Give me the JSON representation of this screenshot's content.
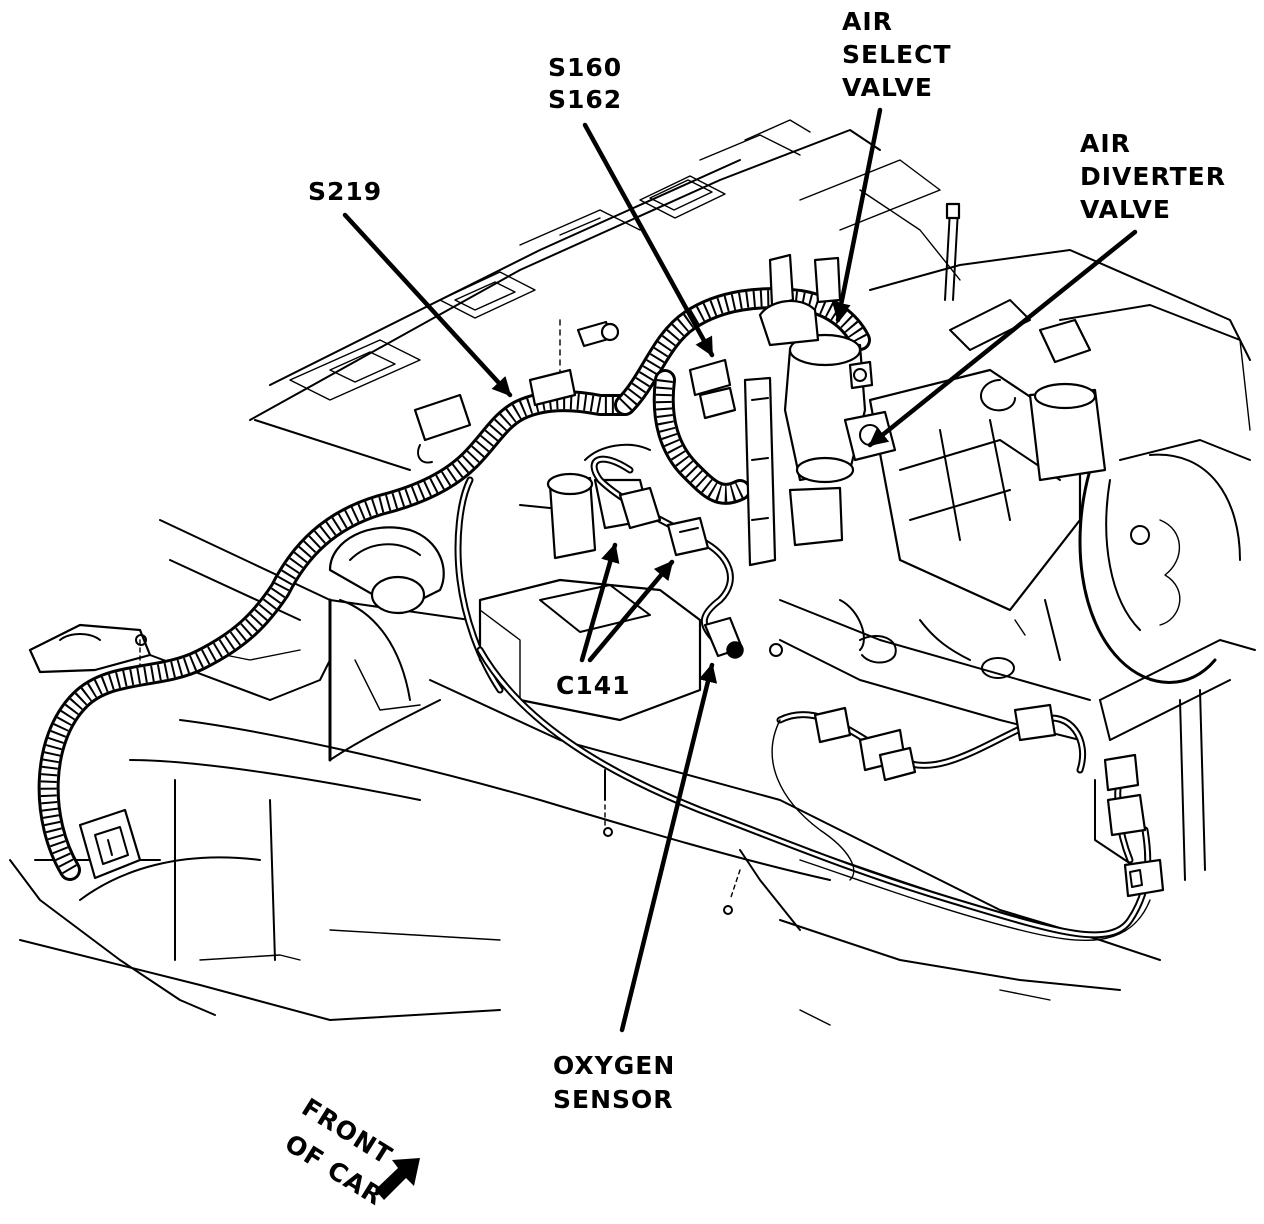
{
  "labels": {
    "s219": "S219",
    "s160": "S160",
    "s162": "S162",
    "air_select_line1": "AIR",
    "air_select_line2": "SELECT",
    "air_select_line3": "VALVE",
    "air_diverter_line1": "AIR",
    "air_diverter_line2": "DIVERTER",
    "air_diverter_line3": "VALVE",
    "c141": "C141",
    "oxygen_line1": "OXYGEN",
    "oxygen_line2": "SENSOR",
    "front_line1": "FRONT",
    "front_line2": "OF CAR"
  }
}
